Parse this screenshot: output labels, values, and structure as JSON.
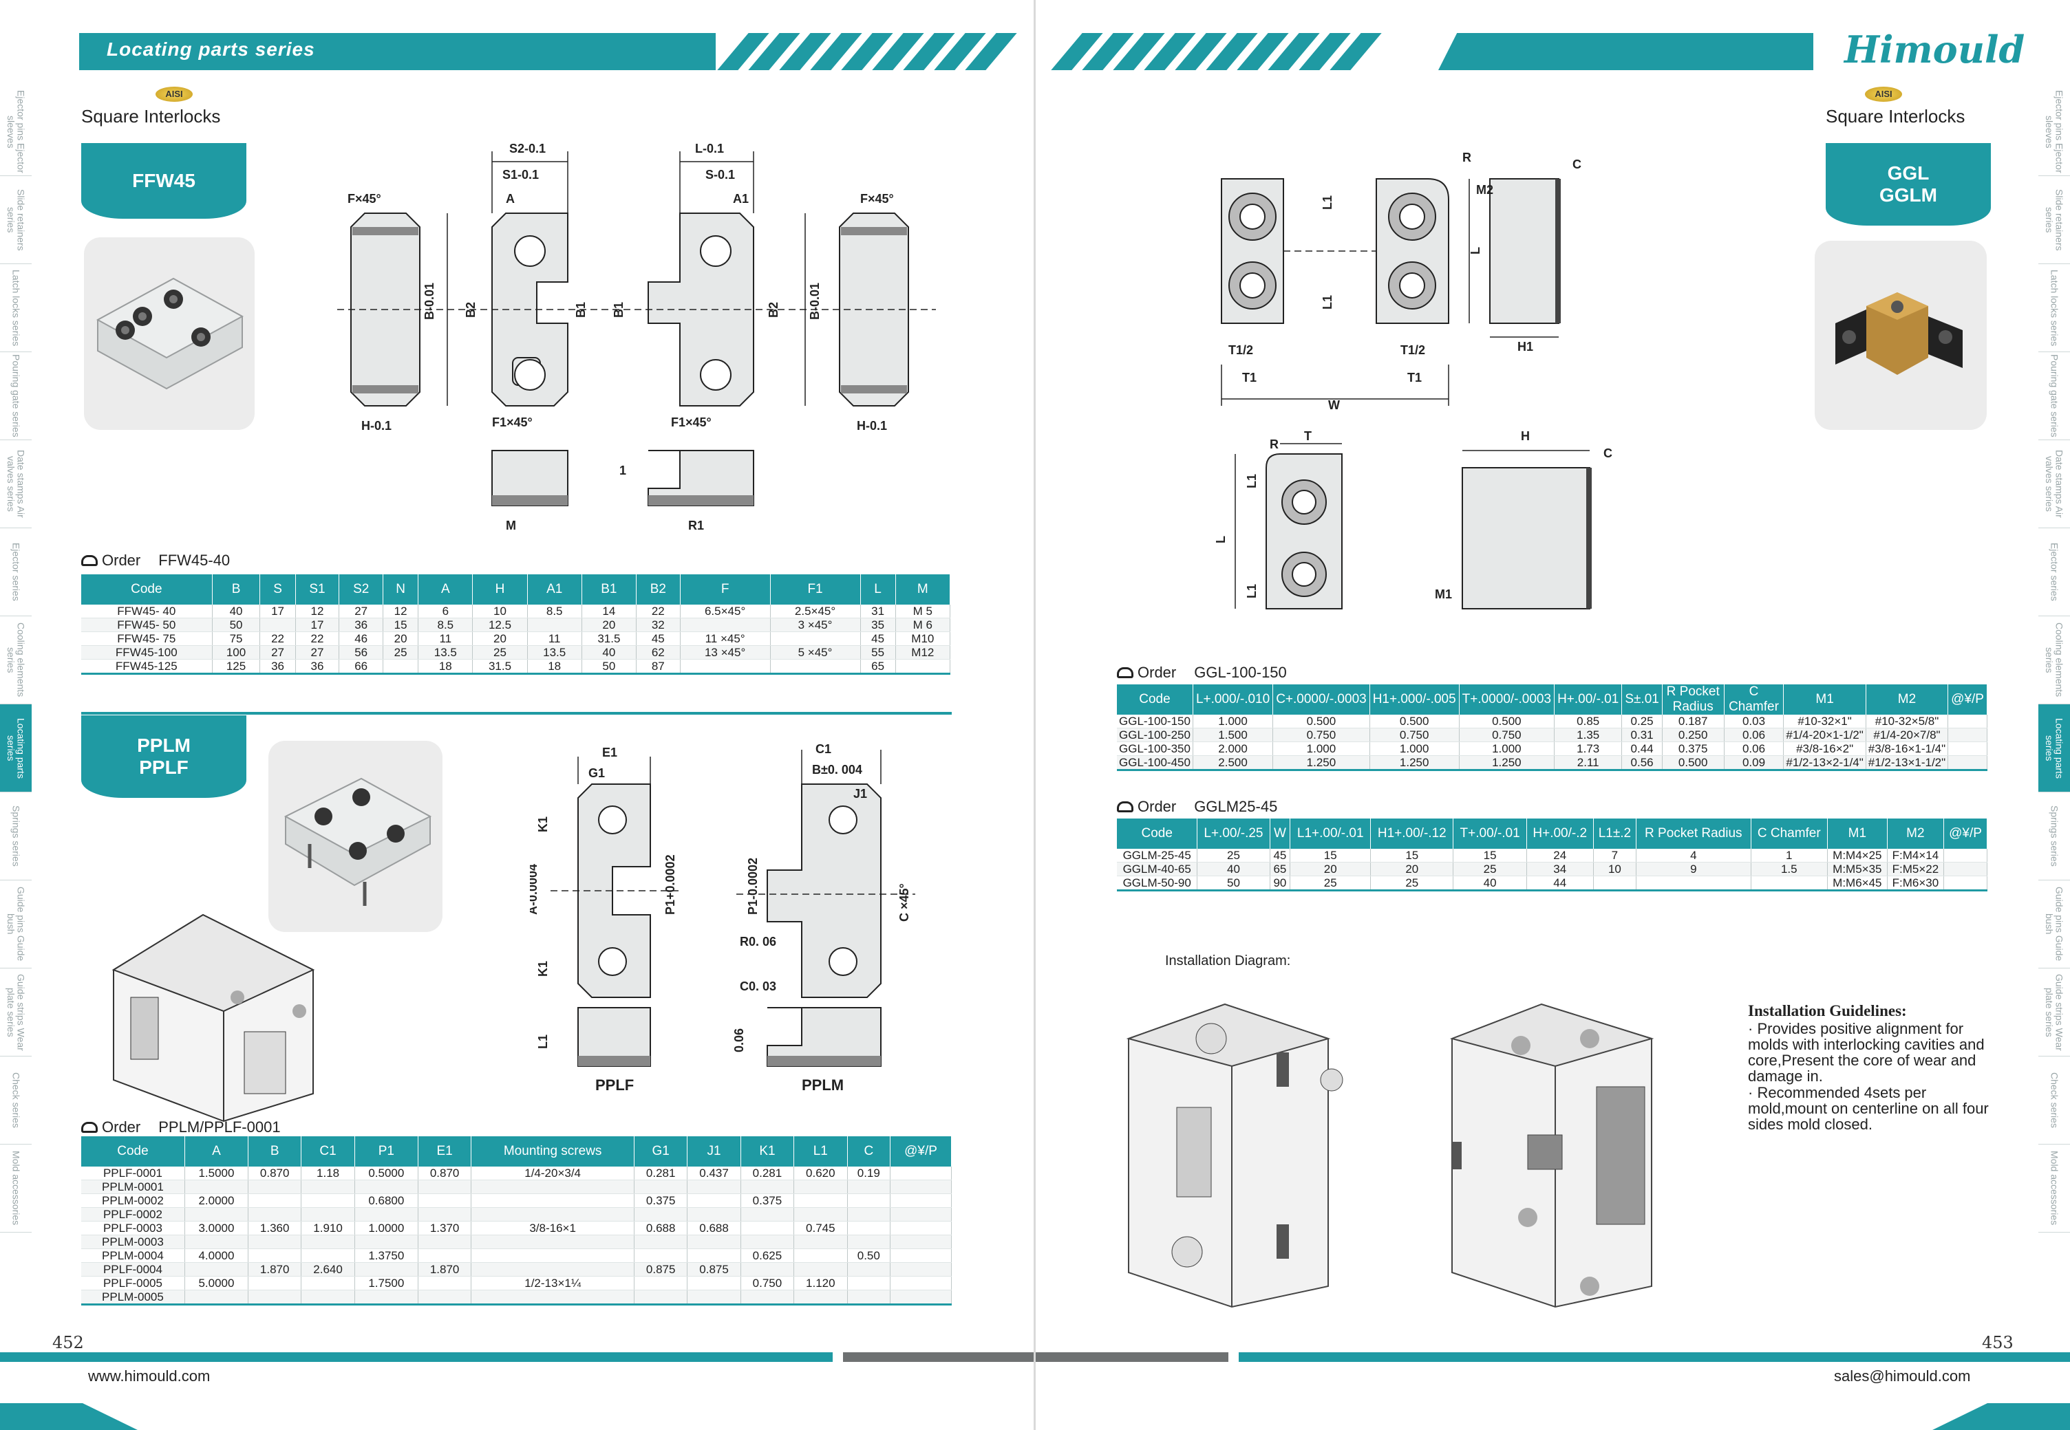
{
  "left": {
    "banner_title": "Locating parts series",
    "aisi": "AISI",
    "section_title": "Square Interlocks",
    "tab1": "FFW45",
    "tab2": [
      "PPLM",
      "PPLF"
    ],
    "page_number": "452",
    "website": "www.himould.com",
    "drawing_labels": [
      "PPLF",
      "PPLM"
    ],
    "order1": {
      "label": "Order",
      "code": "FFW45-40",
      "headers": [
        "Code",
        "B",
        "S",
        "S1",
        "S2",
        "N",
        "A",
        "H",
        "A1",
        "B1",
        "B2",
        "F",
        "F1",
        "L",
        "M"
      ],
      "rows": [
        [
          "FFW45- 40",
          "40",
          "17",
          "12",
          "27",
          "12",
          "6",
          "10",
          "8.5",
          "14",
          "22",
          "6.5×45°",
          "2.5×45°",
          "31",
          "M 5"
        ],
        [
          "FFW45- 50",
          "50",
          "",
          "17",
          "36",
          "15",
          "8.5",
          "12.5",
          "",
          "20",
          "32",
          "",
          "3 ×45°",
          "35",
          "M 6"
        ],
        [
          "FFW45- 75",
          "75",
          "22",
          "22",
          "46",
          "20",
          "11",
          "20",
          "11",
          "31.5",
          "45",
          "11 ×45°",
          "",
          "45",
          "M10"
        ],
        [
          "FFW45-100",
          "100",
          "27",
          "27",
          "56",
          "25",
          "13.5",
          "25",
          "13.5",
          "40",
          "62",
          "13 ×45°",
          "5 ×45°",
          "55",
          "M12"
        ],
        [
          "FFW45-125",
          "125",
          "36",
          "36",
          "66",
          "",
          "18",
          "31.5",
          "18",
          "50",
          "87",
          "",
          "",
          "65",
          ""
        ]
      ]
    },
    "order2": {
      "label": "Order",
      "code": "PPLM/PPLF-0001",
      "headers": [
        "Code",
        "A",
        "B",
        "C1",
        "P1",
        "E1",
        "Mounting screws",
        "G1",
        "J1",
        "K1",
        "L1",
        "C",
        "@¥/P"
      ],
      "rows": [
        [
          "PPLF-0001",
          "1.5000",
          "0.870",
          "1.18",
          "0.5000",
          "0.870",
          "1/4-20×3/4",
          "0.281",
          "0.437",
          "0.281",
          "0.620",
          "0.19",
          ""
        ],
        [
          "PPLM-0001",
          "",
          "",
          "",
          "",
          "",
          "",
          "",
          "",
          "",
          "",
          "",
          ""
        ],
        [
          "PPLM-0002",
          "2.0000",
          "",
          "",
          "0.6800",
          "",
          "",
          "0.375",
          "",
          "0.375",
          "",
          "",
          ""
        ],
        [
          "PPLF-0002",
          "",
          "",
          "",
          "",
          "",
          "",
          "",
          "",
          "",
          "",
          "",
          ""
        ],
        [
          "PPLF-0003",
          "3.0000",
          "1.360",
          "1.910",
          "1.0000",
          "1.370",
          "3/8-16×1",
          "0.688",
          "0.688",
          "",
          "0.745",
          "",
          ""
        ],
        [
          "PPLM-0003",
          "",
          "",
          "",
          "",
          "",
          "",
          "",
          "",
          "",
          "",
          "",
          ""
        ],
        [
          "PPLM-0004",
          "4.0000",
          "",
          "",
          "1.3750",
          "",
          "",
          "",
          "",
          "0.625",
          "",
          "0.50",
          ""
        ],
        [
          "PPLF-0004",
          "",
          "1.870",
          "2.640",
          "",
          "1.870",
          "",
          "0.875",
          "0.875",
          "",
          "",
          "",
          ""
        ],
        [
          "PPLF-0005",
          "5.0000",
          "",
          "",
          "1.7500",
          "",
          "1/2-13×1¼",
          "",
          "",
          "0.750",
          "1.120",
          "",
          ""
        ],
        [
          "PPLM-0005",
          "",
          "",
          "",
          "",
          "",
          "",
          "",
          "",
          "",
          "",
          "",
          ""
        ]
      ]
    },
    "side_tabs": [
      "Ejector pins Ejector sleeves",
      "Slide retainers series",
      "Latch locks series",
      "Pouring gate series",
      "Date stamps Air valves series",
      "Ejector series",
      "Cooling elements series",
      "Locating parts series",
      "Springs series",
      "Guide pins Guide bush",
      "Guide strips Wear plate series",
      "Check series",
      "Mold accessories"
    ]
  },
  "right": {
    "logo": "Himould",
    "aisi": "AISI",
    "section_title": "Square Interlocks",
    "tab": [
      "GGL",
      "GGLM"
    ],
    "page_number": "453",
    "email": "sales@himould.com",
    "install_title": "Installation Diagram:",
    "guidelines_title": "Installation Guidelines:",
    "guidelines": [
      "· Provides positive alignment for molds with interlocking cavities and core,Present the core of wear and damage in.",
      "· Recommended 4sets per mold,mount on centerline on all four sides mold closed."
    ],
    "order1": {
      "label": "Order",
      "code": "GGL-100-150",
      "headers": [
        "Code",
        "L+.000/-.010",
        "C+.0000/-.0003",
        "H1+.000/-.005",
        "T+.0000/-.0003",
        "H+.00/-.01",
        "S±.01",
        "R Pocket Radius",
        "C Chamfer",
        "M1",
        "M2",
        "@¥/P"
      ],
      "rows": [
        [
          "GGL-100-150",
          "1.000",
          "0.500",
          "0.500",
          "0.500",
          "0.85",
          "0.25",
          "0.187",
          "0.03",
          "#10-32×1\"",
          "#10-32×5/8\"",
          ""
        ],
        [
          "GGL-100-250",
          "1.500",
          "0.750",
          "0.750",
          "0.750",
          "1.35",
          "0.31",
          "0.250",
          "0.06",
          "#1/4-20×1-1/2\"",
          "#1/4-20×7/8\"",
          ""
        ],
        [
          "GGL-100-350",
          "2.000",
          "1.000",
          "1.000",
          "1.000",
          "1.73",
          "0.44",
          "0.375",
          "0.06",
          "#3/8-16×2\"",
          "#3/8-16×1-1/4\"",
          ""
        ],
        [
          "GGL-100-450",
          "2.500",
          "1.250",
          "1.250",
          "1.250",
          "2.11",
          "0.56",
          "0.500",
          "0.09",
          "#1/2-13×2-1/4\"",
          "#1/2-13×1-1/2\"",
          ""
        ]
      ]
    },
    "order2": {
      "label": "Order",
      "code": "GGLM25-45",
      "headers": [
        "Code",
        "L+.00/-.25",
        "W",
        "L1+.00/-.01",
        "H1+.00/-.12",
        "T+.00/-.01",
        "H+.00/-.2",
        "L1±.2",
        "R Pocket Radius",
        "C Chamfer",
        "M1",
        "M2",
        "@¥/P"
      ],
      "rows": [
        [
          "GGLM-25-45",
          "25",
          "45",
          "15",
          "15",
          "15",
          "24",
          "7",
          "4",
          "1",
          "M:M4×25",
          "F:M4×14",
          ""
        ],
        [
          "GGLM-40-65",
          "40",
          "65",
          "20",
          "20",
          "25",
          "34",
          "10",
          "9",
          "1.5",
          "M:M5×35",
          "F:M5×22",
          ""
        ],
        [
          "GGLM-50-90",
          "50",
          "90",
          "25",
          "25",
          "40",
          "44",
          "",
          "",
          "",
          "M:M6×45",
          "F:M6×30",
          ""
        ]
      ]
    },
    "side_tabs": [
      "Ejector pins Ejector sleeves",
      "Slide retainers series",
      "Latch locks series",
      "Pouring gate series",
      "Date stamps Air valves series",
      "Ejector series",
      "Cooling elements series",
      "Locating parts series",
      "Springs series",
      "Guide pins Guide bush",
      "Guide strips Wear plate series",
      "Check series",
      "Mold accessories"
    ]
  },
  "colors": {
    "accent": "#1f9aa3",
    "footer_grey": "#6e7172"
  },
  "active_tab_index": 7
}
